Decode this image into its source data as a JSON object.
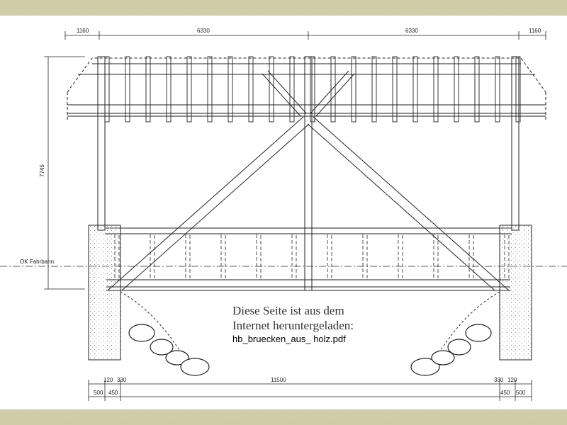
{
  "drawing": {
    "dimensions_top": [
      "1160",
      "6330",
      "6330",
      "1160"
    ],
    "dimension_height": "7745",
    "label_roadway": "OK Fahrbahn",
    "dimensions_bottom_row1": [
      "120",
      "330",
      "11500",
      "330",
      "120"
    ],
    "dimensions_bottom_row2": [
      "500",
      "450",
      "450",
      "500"
    ]
  },
  "overlay": {
    "line1": "Diese Seite ist aus dem",
    "line2": "Internet heruntergeladen:",
    "filename": "hb_bruecken_aus_ holz.pdf"
  },
  "colors": {
    "frame": "#d9d6b4",
    "paper": "#ffffff",
    "ink": "#222222"
  }
}
